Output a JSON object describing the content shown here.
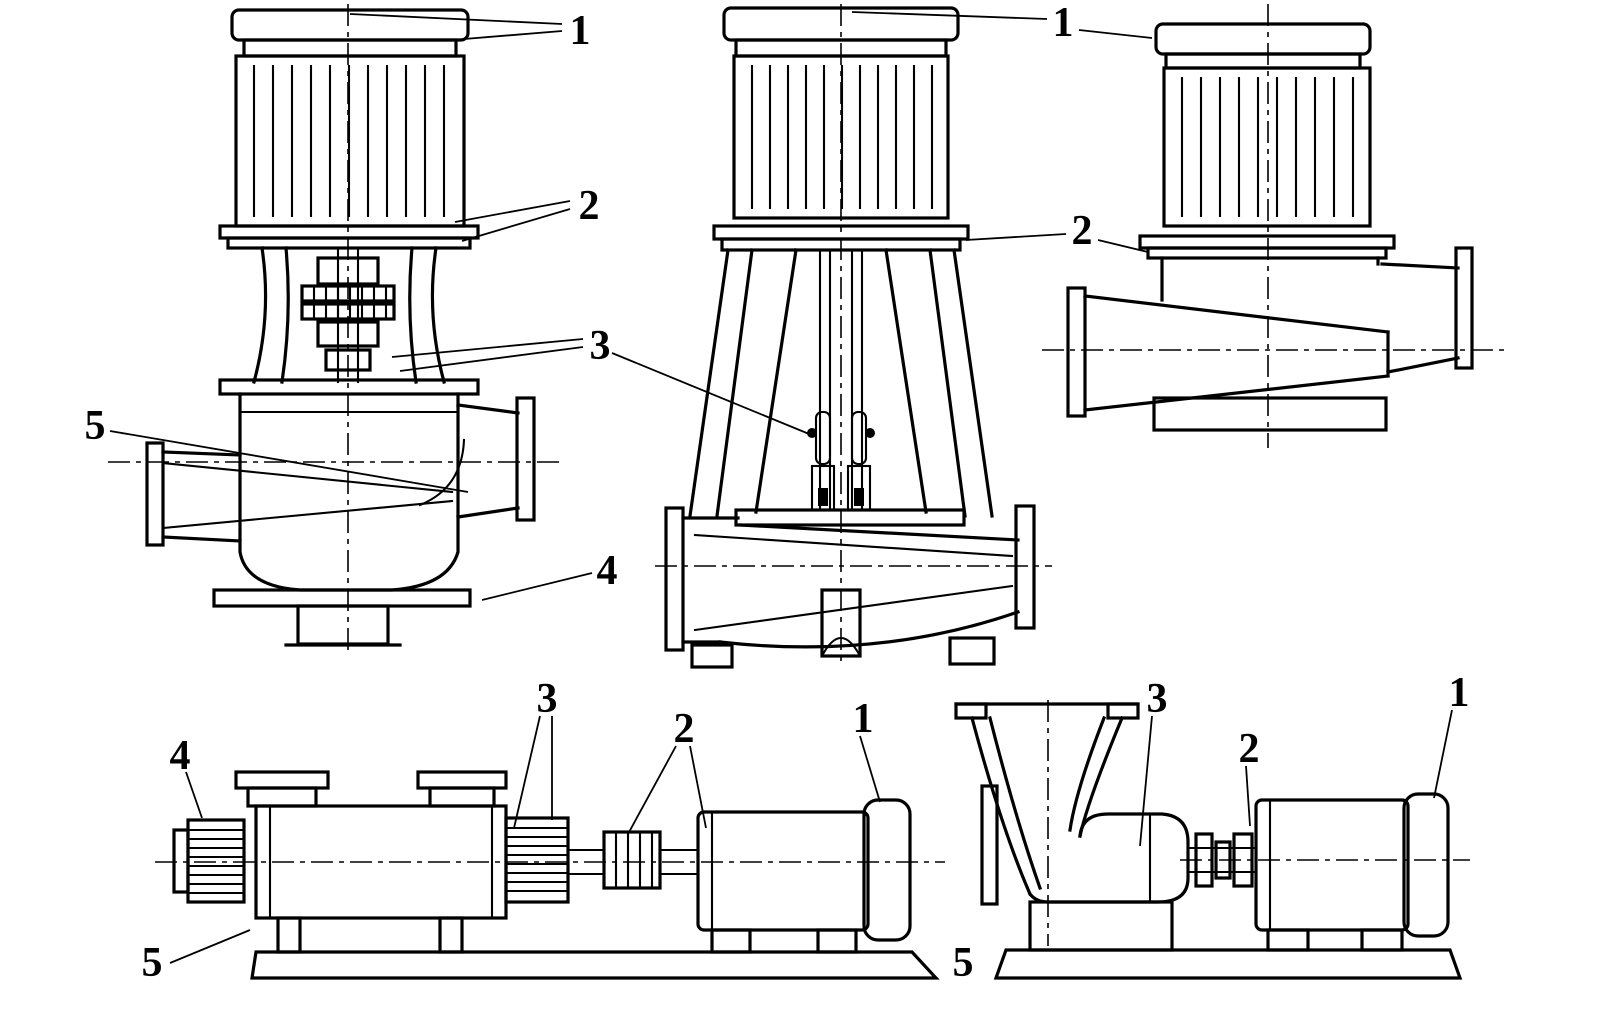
{
  "page": {
    "background": "#ffffff",
    "ink": "#000000"
  },
  "figure": {
    "kind": "technical-line-drawing",
    "subject": "five schematic pump installation drawings with numbered part callouts",
    "diagrams": [
      {
        "id": "vertical-inline-pump",
        "callouts": [
          "1",
          "2",
          "3",
          "5",
          "4"
        ]
      },
      {
        "id": "vertical-pump-on-support-legs",
        "callouts": [
          "1",
          "2",
          "3"
        ]
      },
      {
        "id": "horizontal-close-coupled-pump",
        "callouts": [
          "1",
          "2"
        ]
      },
      {
        "id": "horizontal-multistage-pump",
        "callouts": [
          "4",
          "3",
          "2",
          "1",
          "5"
        ]
      },
      {
        "id": "pump-with-intake-funnel",
        "callouts": [
          "3",
          "2",
          "1",
          "5"
        ]
      }
    ]
  },
  "callouts": {
    "d1_label1": "1",
    "d1_label2": "2",
    "d12_label3": "3",
    "d1_label5": "5",
    "d1_label4": "4",
    "d23_label1": "1",
    "d23_label2": "2",
    "d4_label4": "4",
    "d4_label3": "3",
    "d4_label2": "2",
    "d4_label1": "1",
    "d4_label5": "5",
    "d5_label3": "3",
    "d5_label2": "2",
    "d5_label1": "1",
    "d5_label5": "5"
  }
}
